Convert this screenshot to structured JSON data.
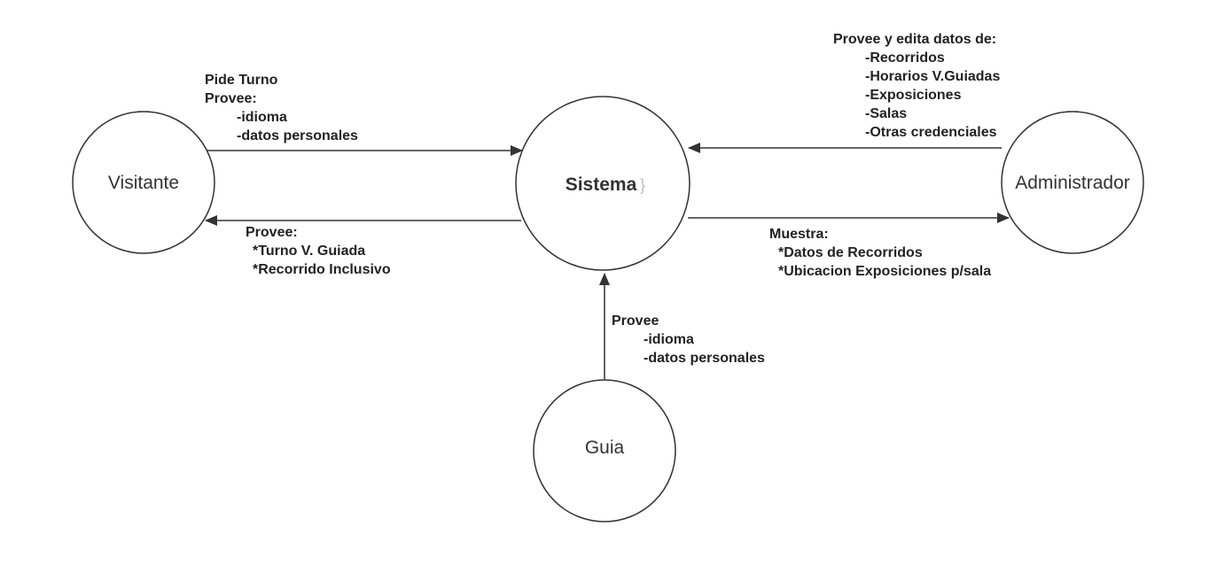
{
  "nodes": {
    "visitante": {
      "label": "Visitante"
    },
    "sistema": {
      "label": "Sistema",
      "mark": "}"
    },
    "administrador": {
      "label": "Administrador"
    },
    "guia": {
      "label": "Guia"
    }
  },
  "edges": {
    "visitante_to_sistema": {
      "lines": [
        "Pide Turno",
        "Provee:",
        "-idioma",
        "-datos personales"
      ]
    },
    "sistema_to_visitante": {
      "lines": [
        "Provee:",
        "*Turno V. Guiada",
        "*Recorrido Inclusivo"
      ]
    },
    "administrador_to_sistema": {
      "lines": [
        "Provee y edita datos de:",
        "-Recorridos",
        "-Horarios V.Guiadas",
        "-Exposiciones",
        "-Salas",
        "-Otras credenciales"
      ]
    },
    "sistema_to_administrador": {
      "lines": [
        "Muestra:",
        "*Datos de Recorridos",
        "*Ubicacion Exposiciones p/sala"
      ]
    },
    "guia_to_sistema": {
      "lines": [
        "Provee",
        "-idioma",
        "-datos personales"
      ]
    }
  },
  "colors": {
    "stroke": "#333333",
    "text": "#222222",
    "background": "#ffffff"
  }
}
